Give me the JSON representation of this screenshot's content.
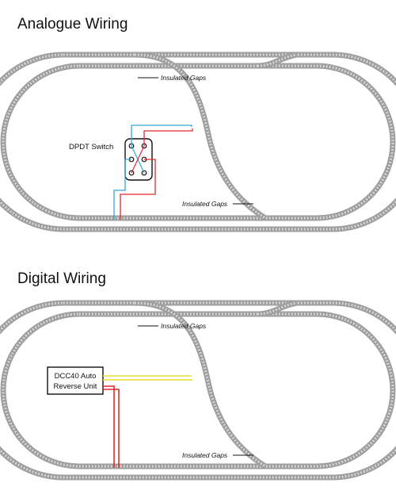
{
  "diagrams": [
    {
      "title": "Analogue Wiring",
      "gap_label_top": "Insulated Gaps",
      "gap_label_bottom": "Insulated Gaps",
      "device_label": "DPDT Switch",
      "wire_colors": {
        "primary": "#35a7d6",
        "secondary": "#e0292f"
      }
    },
    {
      "title": "Digital Wiring",
      "gap_label_top": "Insulated Gaps",
      "gap_label_bottom": "Insulated Gaps",
      "device_label_line1": "DCC40 Auto",
      "device_label_line2": "Reverse Unit",
      "wire_colors": {
        "primary": "#f4ea3c",
        "secondary": "#e0292f"
      }
    }
  ],
  "track_color": "#b9b9b9"
}
